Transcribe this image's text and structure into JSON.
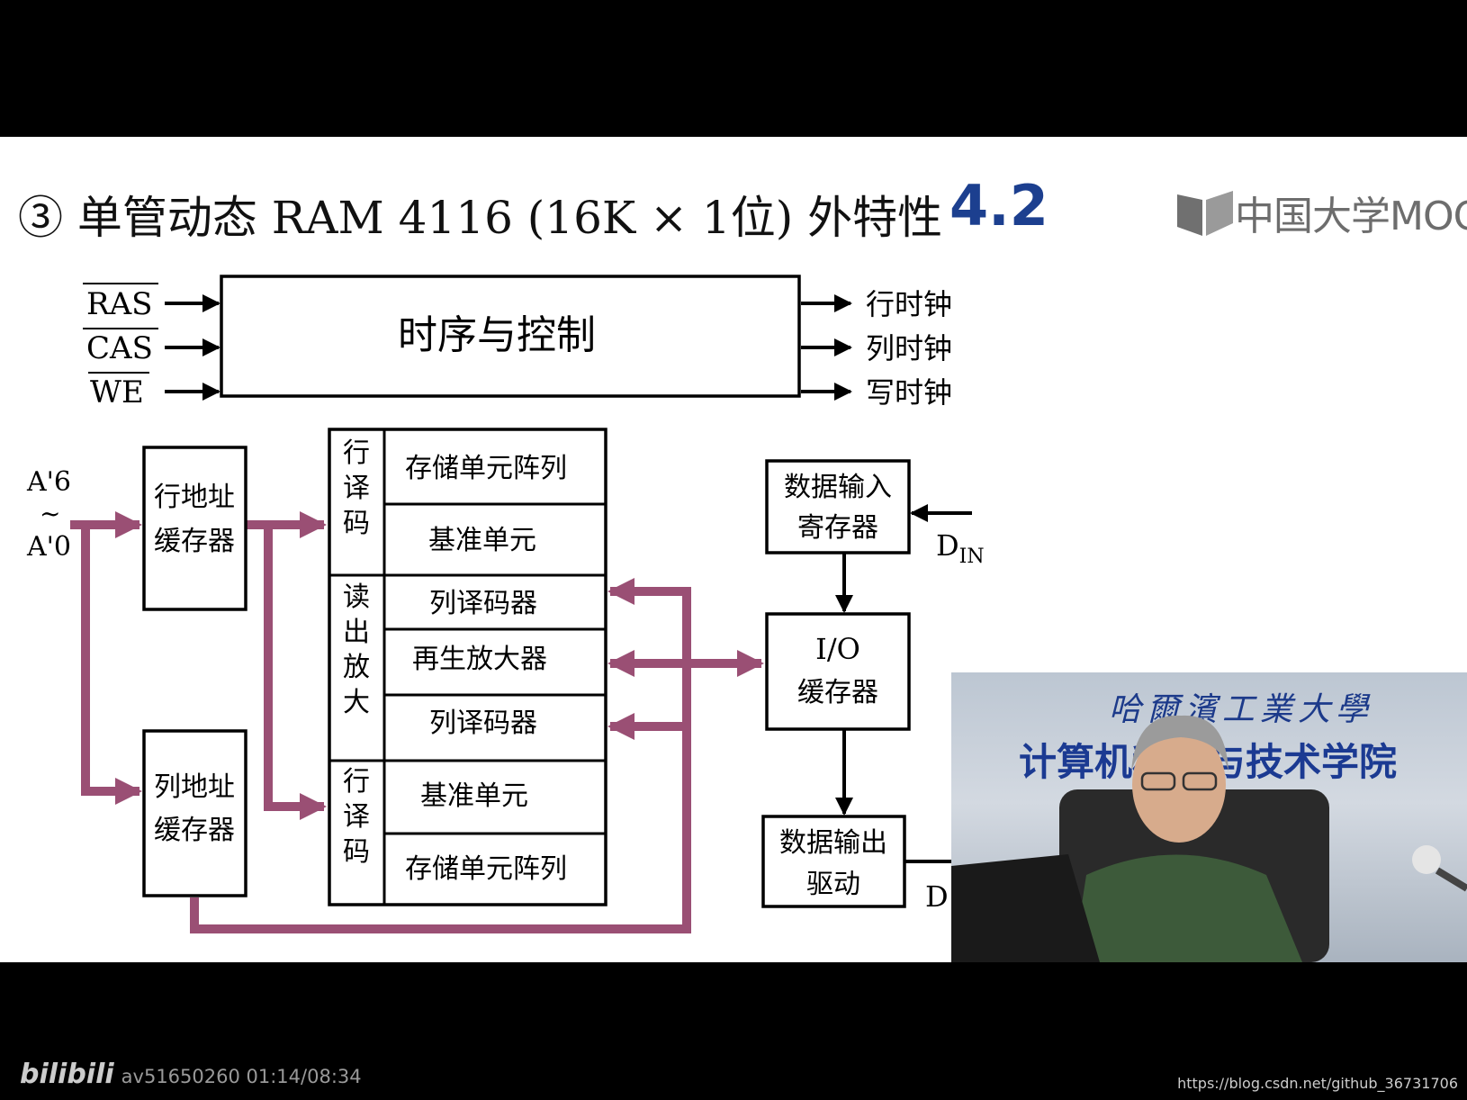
{
  "slide": {
    "title": "③ 单管动态 RAM 4116 (16K × 1位) 外特性",
    "section_number": "4.2",
    "logo_text": "中国大学MOOC"
  },
  "diagram": {
    "control_inputs": [
      "RAS",
      "CAS",
      "WE"
    ],
    "control_block": "时序与控制",
    "clock_outputs": [
      "行时钟",
      "列时钟",
      "写时钟"
    ],
    "address_input_top": "A'6",
    "address_input_tilde": "~",
    "address_input_bottom": "A'0",
    "row_buffer": [
      "行地址",
      "缓存器"
    ],
    "col_buffer": [
      "列地址",
      "缓存器"
    ],
    "row_decoder_top": [
      "行",
      "译",
      "码"
    ],
    "row_decoder_bottom": [
      "行",
      "译",
      "码"
    ],
    "sense_amp_col": [
      "读",
      "出",
      "放",
      "大"
    ],
    "array_cells": [
      "存储单元阵列",
      "基准单元",
      "列译码器",
      "再生放大器",
      "列译码器",
      "基准单元",
      "存储单元阵列"
    ],
    "data_in_register": [
      "数据输入",
      "寄存器"
    ],
    "data_in_label": "D",
    "data_in_sub": "IN",
    "io_buffer": [
      "I/O",
      "缓存器"
    ],
    "data_out_driver": [
      "数据输出",
      "驱动"
    ],
    "data_out_label": "D"
  },
  "video": {
    "university": "哈爾濱工業大學",
    "college": "计算机科学与技术学院"
  },
  "player": {
    "logo": "bilibili",
    "video_info": "av51650260 01:14/08:34",
    "watermark": "https://blog.csdn.net/github_36731706"
  },
  "colors": {
    "bus": "#9a4f74",
    "section": "#1c3f8f",
    "logo": "#6d6d6d"
  }
}
